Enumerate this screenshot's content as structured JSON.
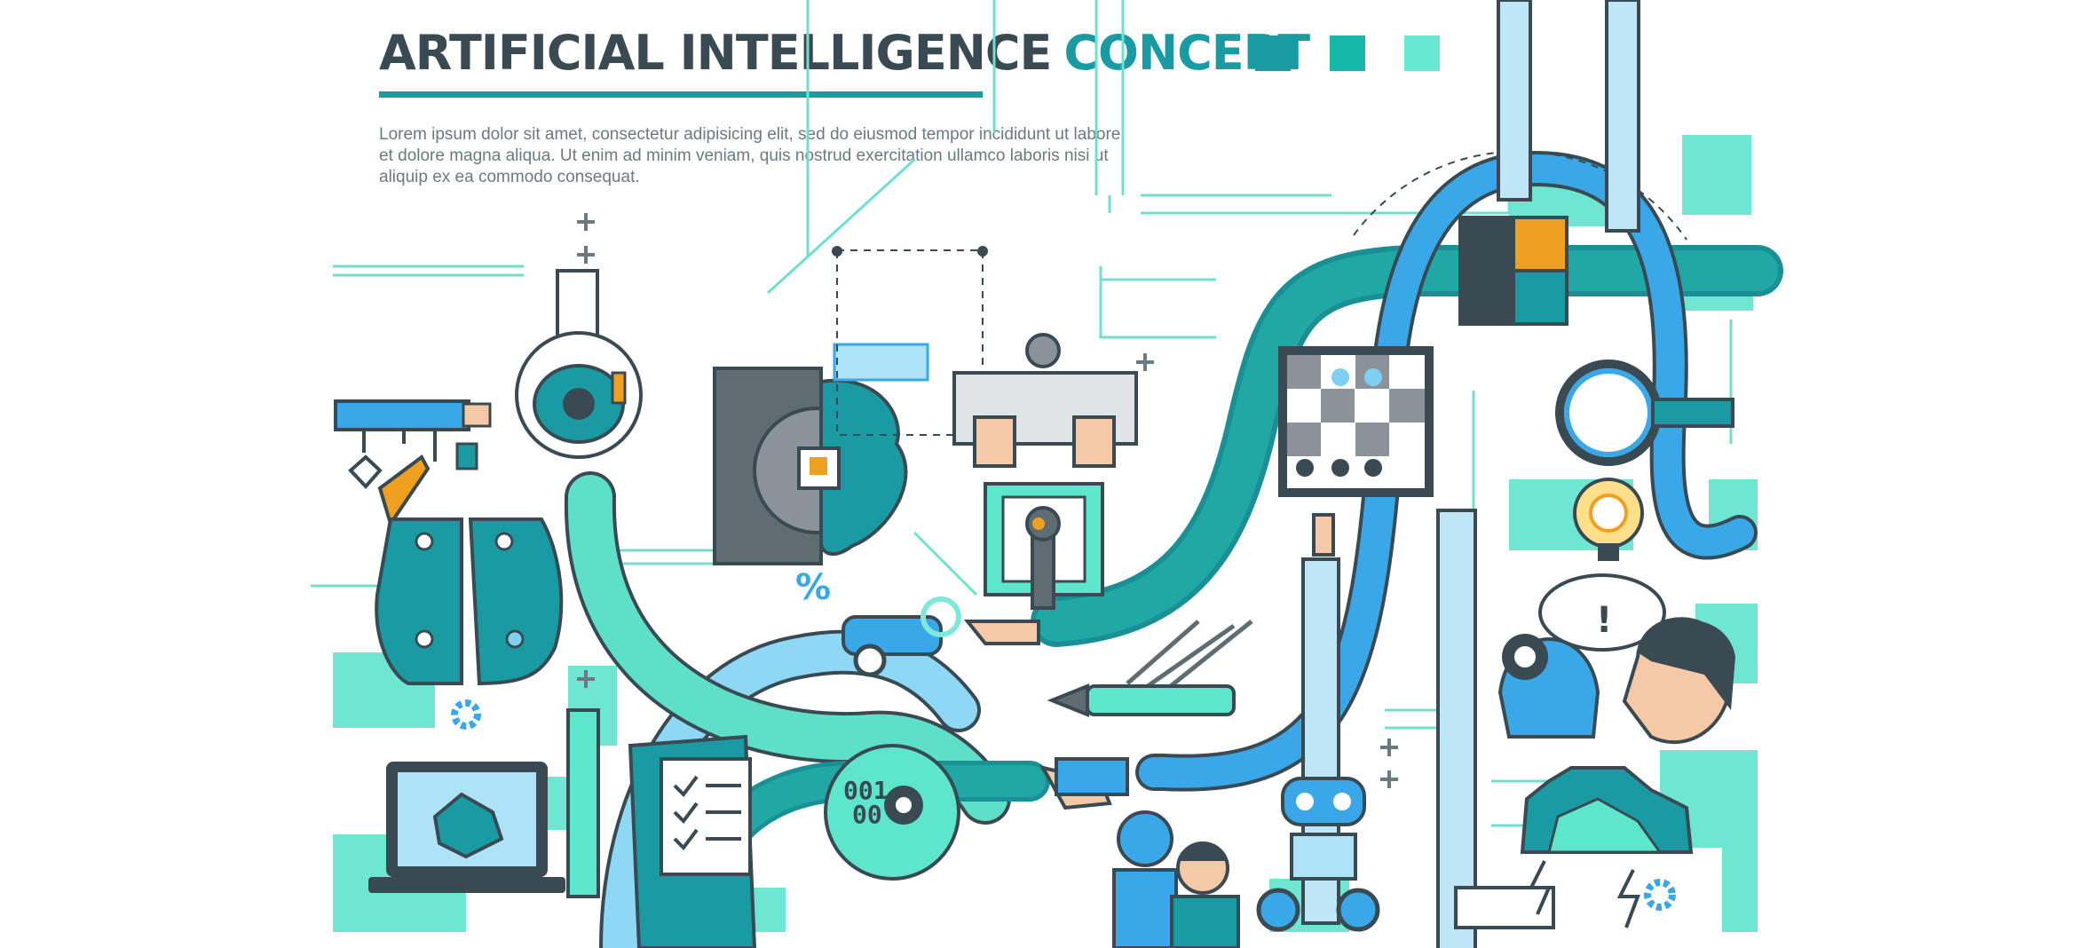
{
  "header": {
    "title_part1": "ARTIFICIAL INTELLIGENCE",
    "title_part2": "CONCEPT",
    "body": "Lorem ipsum dolor sit amet, consectetur adipisicing elit, sed do eiusmod tempor incididunt ut labore et dolore magna aliqua. Ut enim ad minim veniam, quis nostrud exercitation ullamco laboris nisi ut aliquip ex ea commodo consequat."
  },
  "illustration": {
    "percent_label": "%",
    "binary_label_1": "001",
    "binary_label_2": "00",
    "alert_label": "!"
  },
  "colors": {
    "dark": "#3a4a52",
    "teal": "#1a9ba3",
    "mint": "#5ee6cc",
    "light_mint": "#7fe8d9",
    "blue": "#3aa8e8",
    "orange": "#f0a020",
    "skin": "#f5c9a8"
  },
  "icons": [
    "brain-icon",
    "flask-icon",
    "robot-arm-icon",
    "gear-icon",
    "keyboard-icon",
    "chip-icon",
    "wrench-icon",
    "puzzle-icon",
    "chessboard-icon",
    "magnifier-icon",
    "lightbulb-icon",
    "cloud-icon",
    "robot-head-icon",
    "human-head-icon",
    "laptop-icon",
    "ruler-icon",
    "clipboard-icon",
    "pencil-icon",
    "handshake-icon",
    "robot-icon",
    "doctor-icon",
    "growth-arrows-icon",
    "test-tube-icon",
    "pipe-icon"
  ]
}
